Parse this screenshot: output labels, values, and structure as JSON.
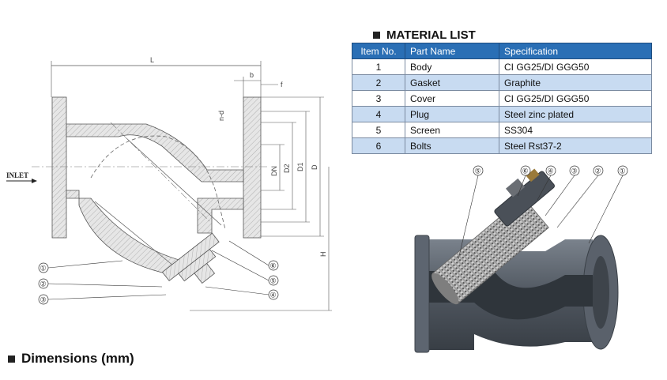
{
  "material_list": {
    "title": "MATERIAL LIST",
    "headers": [
      "Item No.",
      "Part Name",
      "Specification"
    ],
    "rows": [
      [
        "1",
        "Body",
        "CI GG25/DI GGG50"
      ],
      [
        "2",
        "Gasket",
        "Graphite"
      ],
      [
        "3",
        "Cover",
        "CI GG25/DI GGG50"
      ],
      [
        "4",
        "Plug",
        "Steel zinc plated"
      ],
      [
        "5",
        "Screen",
        "SS304"
      ],
      [
        "6",
        "Bolts",
        "Steel Rst37-2"
      ]
    ]
  },
  "dimensions": {
    "title": "Dimensions (mm)"
  },
  "drawing": {
    "inlet": "INLET",
    "dim_labels": {
      "L": "L",
      "b": "b",
      "f": "f",
      "nd": "n-d",
      "DN": "DN",
      "D2": "D2",
      "D1": "D1",
      "D": "D",
      "H": "H"
    },
    "callouts": [
      "①",
      "②",
      "③",
      "④",
      "⑤",
      "⑥"
    ]
  },
  "render_callouts": [
    "⑤",
    "⑥",
    "④",
    "③",
    "②",
    "①"
  ],
  "colors": {
    "table_header": "#2a6fb5",
    "row_alt": "#c8dbf1",
    "body_gray": "#5d6570"
  }
}
